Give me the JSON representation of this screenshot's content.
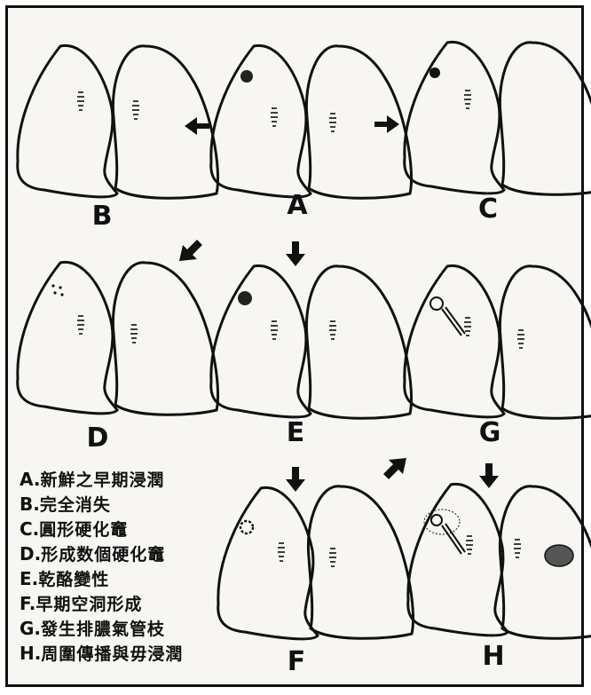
{
  "panels": [
    {
      "id": "A",
      "label": "A"
    },
    {
      "id": "B",
      "label": "B"
    },
    {
      "id": "C",
      "label": "C"
    },
    {
      "id": "D",
      "label": "D"
    },
    {
      "id": "E",
      "label": "E"
    },
    {
      "id": "G",
      "label": "G"
    },
    {
      "id": "F",
      "label": "F"
    },
    {
      "id": "H",
      "label": "H"
    }
  ],
  "legend": [
    {
      "key": "A.",
      "text": "新鮮之早期浸潤"
    },
    {
      "key": "B.",
      "text": "完全消失"
    },
    {
      "key": "C.",
      "text": "圓形硬化竈"
    },
    {
      "key": "D.",
      "text": "形成数個硬化竈"
    },
    {
      "key": "E.",
      "text": "乾酪變性"
    },
    {
      "key": "F.",
      "text": "早期空洞形成"
    },
    {
      "key": "G.",
      "text": "發生排膿氣管枝"
    },
    {
      "key": "H.",
      "text": "周圍傳播與毋浸潤"
    }
  ]
}
